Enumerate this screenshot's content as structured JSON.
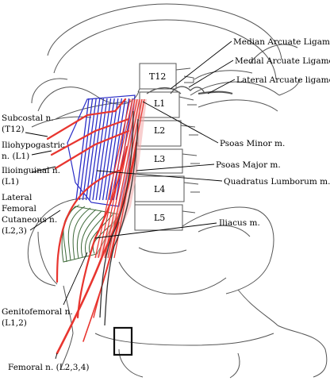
{
  "colors": {
    "nerve": "#e8352f",
    "quadratus": "#2b2ec7",
    "iliacus": "#3e6a3a",
    "outline": "#555555",
    "psoas_fill": "#f2a7a7"
  },
  "vertebrae": [
    "T12",
    "L1",
    "L2",
    "L3",
    "L4",
    "L5"
  ],
  "labels": {
    "median_arcuate": "Median Arcuate Ligament",
    "medial_arcuate": "Medial Arcuate Ligament",
    "lateral_arcuate": "Lateral Arcuate ligament",
    "psoas_minor": "Psoas Minor m.",
    "psoas_major": "Psoas Major m.",
    "quadratus": "Quadratus Lumborum m.",
    "iliacus": "Iliacus m.",
    "subcostal": [
      "Subcostal n.",
      "(T12)"
    ],
    "iliohypogastric": [
      "Iliohypogastric",
      "n. (L1)"
    ],
    "ilioinguinal": [
      "Ilioinguinal n.",
      "(L1)"
    ],
    "lateral_femoral": [
      "Lateral",
      "Femoral",
      "Cutaneous n.",
      "(L2,3)"
    ],
    "genitofemoral": [
      "Genitofemoral n.",
      "(L1,2)"
    ],
    "femoral": "Femoral n. (L2,3,4)"
  }
}
